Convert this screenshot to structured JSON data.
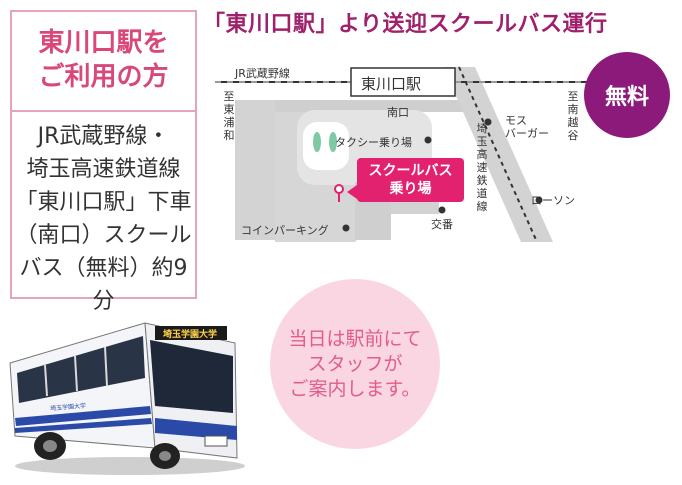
{
  "info_box": {
    "heading_line1": "東川口駅を",
    "heading_line2": "ご利用の方",
    "body_lines": [
      "JR武蔵野線・",
      "埼玉高速鉄道線",
      "「東川口駅」下車",
      "（南口）スクール",
      "バス（無料）約9分"
    ]
  },
  "title": "「東川口駅」より送迎スクールバス運行",
  "map": {
    "jr_line_label": "JR武蔵野線",
    "station_label": "東川口駅",
    "south_exit_label": "南口",
    "left_direction": [
      "至",
      "東",
      "浦",
      "和"
    ],
    "right_direction": [
      "至",
      "南",
      "越",
      "谷"
    ],
    "taxi_label": "タクシー乗り場",
    "mos_label_line1": "モス",
    "mos_label_line2": "バーガー",
    "saitama_line_label": [
      "埼",
      "玉",
      "高",
      "速",
      "鉄",
      "道",
      "線"
    ],
    "lawson_label": "ローソン",
    "police_box_label": "交番",
    "parking_label": "コインパーキング",
    "bus_stop_line1": "スクールバス",
    "bus_stop_line2": "乗り場"
  },
  "free_badge": "無料",
  "staff_note": [
    "当日は駅前にて",
    "スタッフが",
    "ご案内します。"
  ],
  "bus": {
    "destination_sign": "埼玉学園大学",
    "side_text": "埼玉学園大学"
  },
  "colors": {
    "accent_pink": "#d9487a",
    "title_purple": "#a0216b",
    "badge_purple": "#8b1a7a",
    "bus_stop_pink": "#e2216f",
    "staff_circle_pink": "#fad6e3"
  }
}
